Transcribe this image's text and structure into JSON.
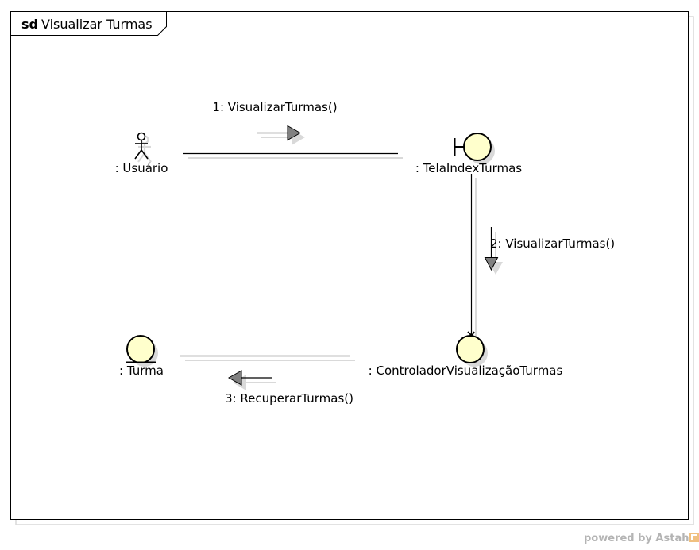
{
  "frame": {
    "kind": "sd",
    "title": "Visualizar Turmas"
  },
  "lifelines": {
    "usuario": ": Usuário",
    "tela": ": TelaIndexTurmas",
    "controlador": ": ControladorVisualizaçãoTurmas",
    "turma": ": Turma"
  },
  "messages": {
    "m1": "1: VisualizarTurmas()",
    "m2": "2: VisualizarTurmas()",
    "m3": "3: RecuperarTurmas()"
  },
  "watermark": "powered by Astah",
  "colors": {
    "fill": "#ffffcc",
    "stroke": "#000000",
    "shadow": "#d9d9d9",
    "arrow": "#808080"
  }
}
